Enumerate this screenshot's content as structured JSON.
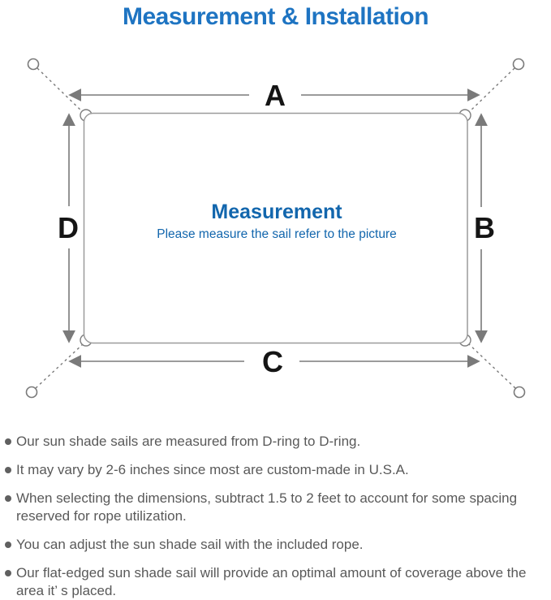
{
  "title": "Measurement & Installation",
  "diagram": {
    "center_title": "Measurement",
    "center_subtitle": "Please measure the sail refer to the picture",
    "dimension_labels": {
      "top": "A",
      "right": "B",
      "bottom": "C",
      "left": "D"
    }
  },
  "notes": {
    "items": [
      "Our sun shade sails are measured from D-ring to D-ring.",
      "It may vary by 2-6 inches since most are custom-made in U.S.A.",
      "When selecting the dimensions, subtract 1.5 to 2 feet to account for some spacing reserved for rope utilization.",
      "You can adjust the sun shade sail with the included rope.",
      "Our flat-edged sun shade sail will provide an optimal amount of coverage above the area it’ s placed."
    ]
  },
  "colors": {
    "title_blue": "#1e74c2",
    "center_text_blue": "#1266ad",
    "diagram_line_gray": "#7a7a7a",
    "sail_outline_gray": "#9b9b9b",
    "dimension_label_black": "#151515",
    "note_text_gray": "#595959"
  }
}
